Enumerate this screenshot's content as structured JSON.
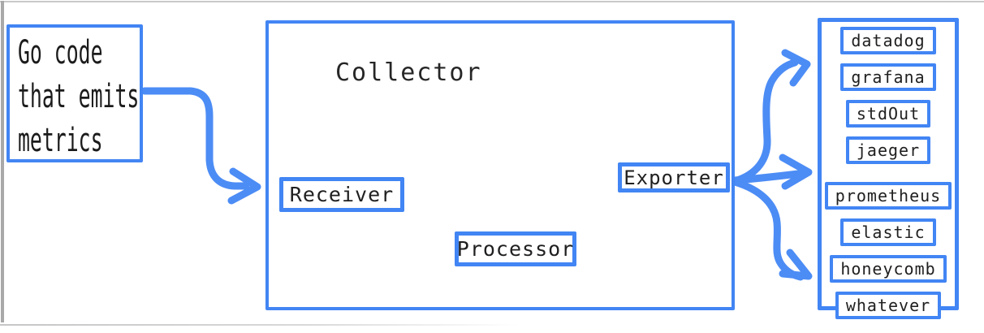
{
  "colors": {
    "accent_blue": "#4285f4",
    "arrow_blue": "#4c8cf5",
    "text": "#212121",
    "chrome_gray": "#a9a9a9"
  },
  "source_box": {
    "lines": [
      "Go code",
      "that emits",
      "metrics"
    ]
  },
  "collector": {
    "title": "Collector",
    "receiver_label": "Receiver",
    "processor_label": "Processor",
    "exporter_label": "Exporter"
  },
  "destinations": {
    "items": [
      "datadog",
      "grafana",
      "stdOut",
      "jaeger",
      "prometheus",
      "elastic",
      "honeycomb",
      "whatever"
    ]
  }
}
